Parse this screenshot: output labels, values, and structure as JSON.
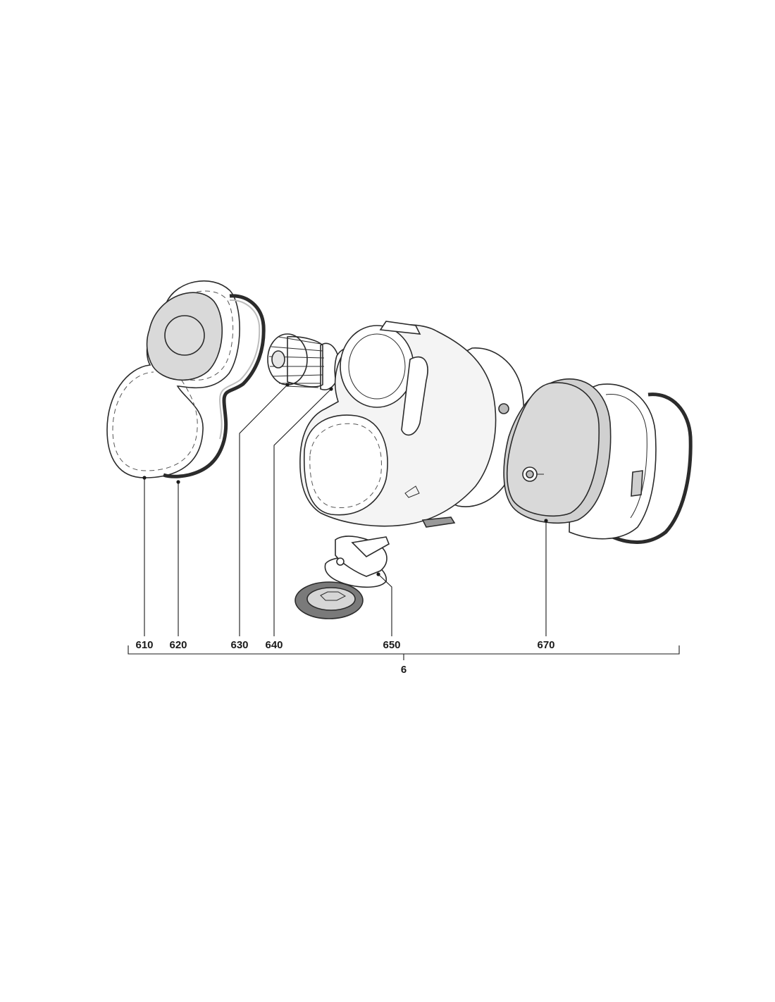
{
  "diagram": {
    "callouts": [
      {
        "id": "610",
        "label": "610"
      },
      {
        "id": "620",
        "label": "620"
      },
      {
        "id": "630",
        "label": "630"
      },
      {
        "id": "640",
        "label": "640"
      },
      {
        "id": "650",
        "label": "650"
      },
      {
        "id": "670",
        "label": "670"
      }
    ],
    "assembly": {
      "label": "6"
    }
  }
}
